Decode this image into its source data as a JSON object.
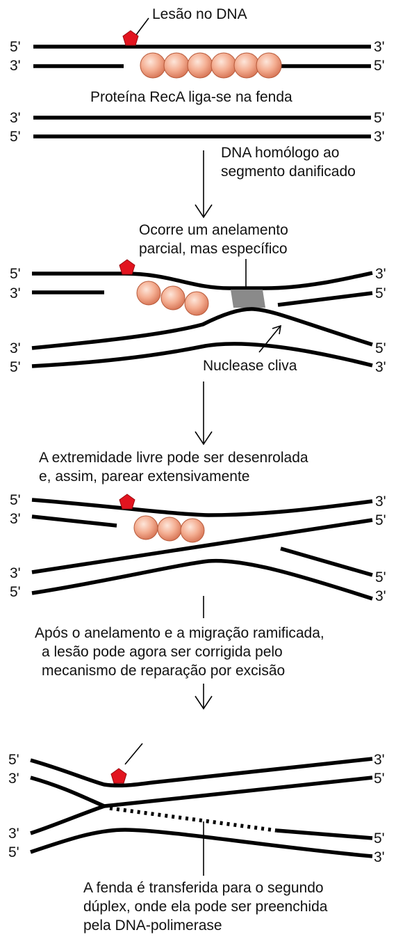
{
  "colors": {
    "strand": "#000000",
    "lesion": "#e2141f",
    "reca_fill": "#f2a88a",
    "reca_stroke": "#b85a3a",
    "annealing_patch": "#8a8a8a"
  },
  "ends": {
    "five": "5'",
    "three": "3'"
  },
  "step1": {
    "lesion_label": "Lesão no DNA",
    "reca_label": "Proteína RecA liga-se na fenda",
    "homolog_label_line1": "DNA homólogo ao",
    "homolog_label_line2": "segmento danificado"
  },
  "step2": {
    "anneal_label_line1": "Ocorre um anelamento",
    "anneal_label_line2": "parcial, mas específico",
    "nuclease_label": "Nuclease cliva"
  },
  "step3": {
    "caption_line1": "A extremidade livre pode ser desenrolada",
    "caption_line2": "e, assim, parear extensivamente"
  },
  "step4": {
    "caption_line1": "Após o anelamento e a migração ramificada,",
    "caption_line2": "a lesão pode agora ser corrigida pelo",
    "caption_line3": "mecanismo de reparação por excisão"
  },
  "step5": {
    "caption_line1": "A fenda é transferida para o segundo",
    "caption_line2": "dúplex, onde ela pode ser preenchida",
    "caption_line3": "pela DNA-polimerase"
  },
  "icons": [
    "lesion-pentagon-icon",
    "reca-protein-icon",
    "down-arrow-icon"
  ]
}
